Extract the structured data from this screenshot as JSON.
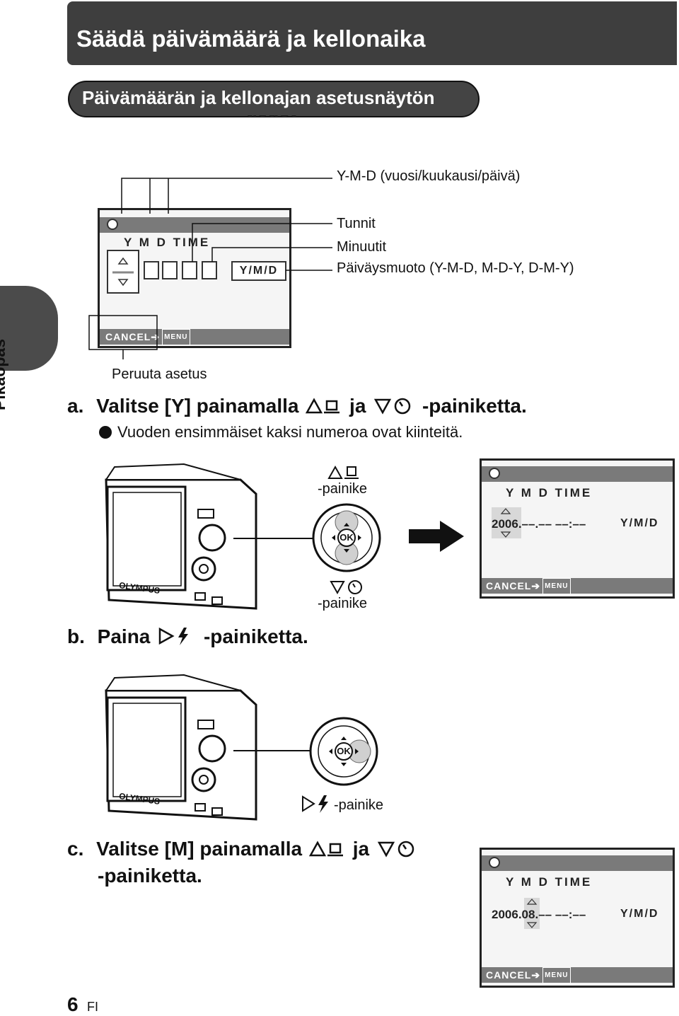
{
  "header": {
    "title": "Säädä päivämäärä ja kellonaika",
    "subtitle": "Päivämäärän ja kellonajan asetusnäytön",
    "subtitle_overflow": "tiedot"
  },
  "side_tab": {
    "label": "Pikaopas"
  },
  "diagram": {
    "screen": {
      "columns": "Y   M   D  TIME",
      "format": "Y/M/D",
      "cancel": "CANCEL",
      "menu": "MENU"
    },
    "callouts": {
      "ymd": "Y-M-D (vuosi/kuukausi/päivä)",
      "hours": "Tunnit",
      "minutes": "Minuutit",
      "date_format": "Päiväysmuoto (Y-M-D, M-D-Y, D-M-Y)",
      "cancel": "Peruuta asetus"
    }
  },
  "step_a": {
    "marker": "a.",
    "text_before": "Valitse [Y] painamalla",
    "text_mid": "ja",
    "text_after": "-painiketta.",
    "note": "Vuoden ensimmäiset kaksi numeroa ovat kiinteitä.",
    "up_label": "-painike",
    "down_label": "-painike",
    "ok_label": "OK",
    "screen": {
      "columns": "Y   M   D  TIME",
      "value_year": "2006",
      "value_rest": ".––.–– ––:––",
      "format": "Y/M/D",
      "cancel": "CANCEL",
      "menu": "MENU"
    }
  },
  "step_b": {
    "marker": "b.",
    "text_before": "Paina",
    "text_after": "-painiketta.",
    "right_label": "-painike",
    "ok_label": "OK"
  },
  "step_c": {
    "marker": "c.",
    "text_before": "Valitse [M] painamalla",
    "text_mid": "ja",
    "text_after": "-painiketta.",
    "screen": {
      "columns": "Y   M   D  TIME",
      "value_year": "2006.",
      "value_month": "08",
      "value_rest": ".–– ––:––",
      "format": "Y/M/D",
      "cancel": "CANCEL",
      "menu": "MENU"
    }
  },
  "camera": {
    "brand": "OLYMPUS"
  },
  "footer": {
    "page_number": "6",
    "language": "FI"
  }
}
